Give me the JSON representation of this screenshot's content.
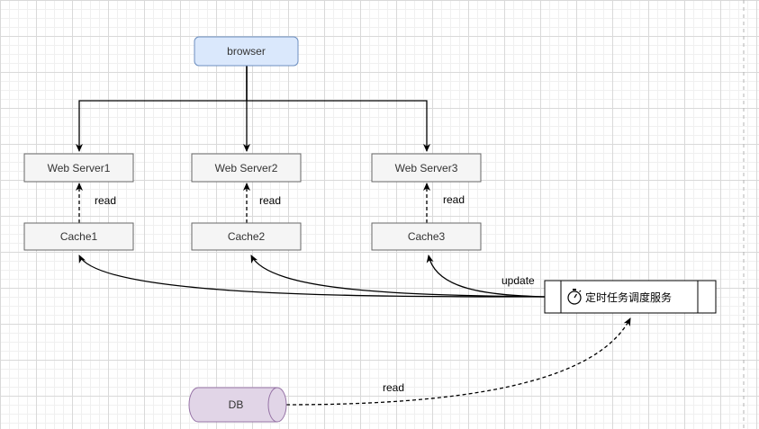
{
  "nodes": {
    "browser": {
      "label": "browser"
    },
    "servers": [
      {
        "label": "Web Server1"
      },
      {
        "label": "Web Server2"
      },
      {
        "label": "Web Server3"
      }
    ],
    "caches": [
      {
        "label": "Cache1"
      },
      {
        "label": "Cache2"
      },
      {
        "label": "Cache3"
      }
    ],
    "scheduler": {
      "label": "定时任务调度服务",
      "icon": "stopwatch-icon"
    },
    "db": {
      "label": "DB"
    }
  },
  "edges": {
    "read_labels": [
      "read",
      "read",
      "read"
    ],
    "update_label": "update",
    "db_read_label": "read"
  },
  "colors": {
    "browser_fill": "#dae8fc",
    "browser_stroke": "#6c8ebf",
    "box_fill": "#f5f5f5",
    "box_stroke": "#666666",
    "db_fill": "#e1d5e7",
    "db_stroke": "#9673a6",
    "edge": "#000000"
  }
}
